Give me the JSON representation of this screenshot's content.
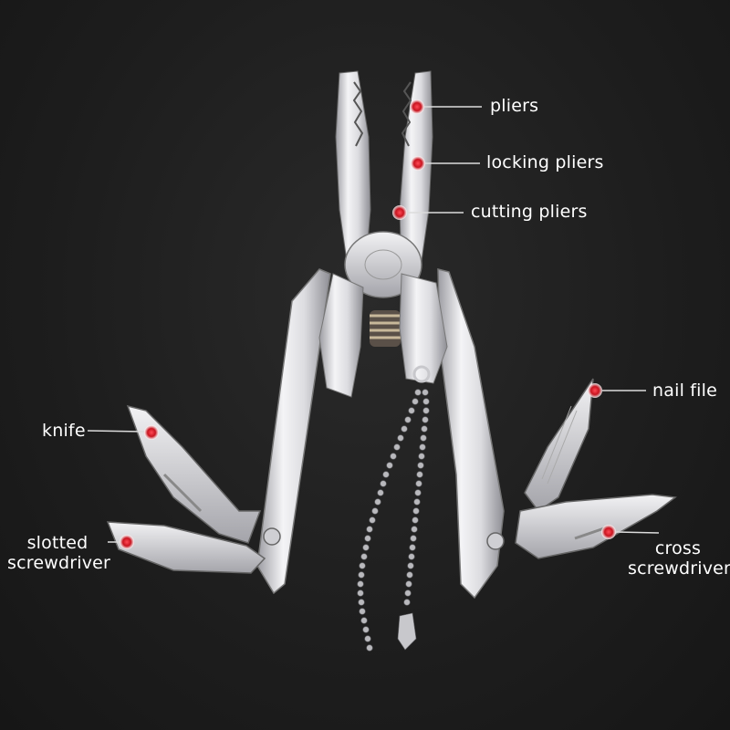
{
  "image": {
    "background_color": "#1c1c1c",
    "metal_color": "#e6e6e8",
    "marker_color": "#d0202c"
  },
  "labels": {
    "pliers": "pliers",
    "locking_pliers": "locking pliers",
    "cutting_pliers": "cutting pliers",
    "nail_file": "nail file",
    "knife": "knife",
    "slotted_screwdriver": [
      "slotted",
      "screwdriver"
    ],
    "cross_screwdriver": [
      "cross",
      "screwdriver"
    ]
  }
}
